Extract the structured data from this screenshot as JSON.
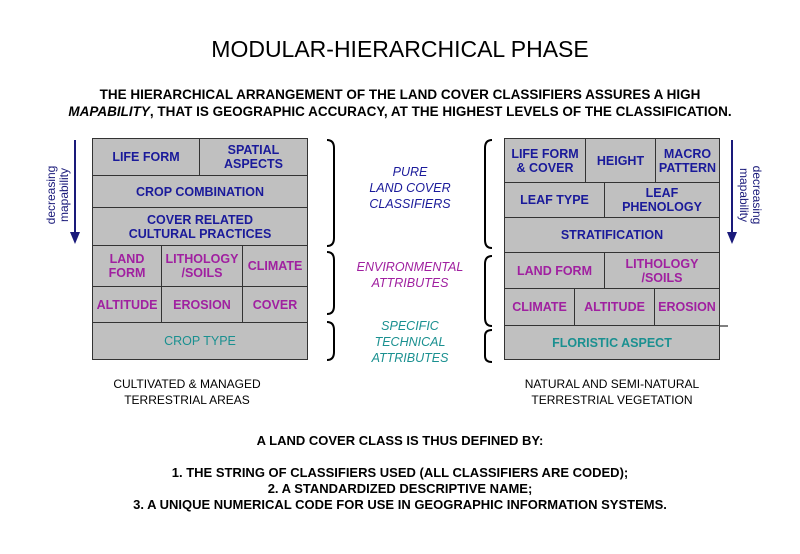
{
  "title": "MODULAR-HIERARCHICAL PHASE",
  "subtitle": {
    "line1": "THE HIERARCHICAL ARRANGEMENT OF THE LAND COVER CLASSIFIERS ASSURES A HIGH",
    "line2_italic": "MAPABILITY",
    "line2_rest": ", THAT IS GEOGRAPHIC ACCURACY, AT THE HIGHEST LEVELS OF THE CLASSIFICATION."
  },
  "left_panel": {
    "caption_line1": "CULTIVATED & MANAGED",
    "caption_line2": "TERRESTRIAL AREAS",
    "arrow_label_line1": "decreasing",
    "arrow_label_line2": "mapability",
    "cells": {
      "life_form": "LIFE FORM",
      "spatial_aspects_1": "SPATIAL",
      "spatial_aspects_2": "ASPECTS",
      "crop_combination": "CROP COMBINATION",
      "cover_related_1": "COVER RELATED",
      "cover_related_2": "CULTURAL PRACTICES",
      "land_form_1": "LAND",
      "land_form_2": "FORM",
      "lithology_1": "LITHOLOGY",
      "lithology_2": "/SOILS",
      "climate": "CLIMATE",
      "altitude": "ALTITUDE",
      "erosion": "EROSION",
      "cover": "COVER",
      "crop_type": "CROP TYPE"
    }
  },
  "middle_labels": {
    "pure_1": "PURE",
    "pure_2": "LAND COVER",
    "pure_3": "CLASSIFIERS",
    "env_1": "ENVIRONMENTAL",
    "env_2": "ATTRIBUTES",
    "spec_1": "SPECIFIC",
    "spec_2": "TECHNICAL",
    "spec_3": "ATTRIBUTES"
  },
  "right_panel": {
    "caption_line1": "NATURAL AND SEMI-NATURAL",
    "caption_line2": "TERRESTRIAL VEGETATION",
    "arrow_label_line1": "decreasing",
    "arrow_label_line2": "mapability",
    "cells": {
      "life_form_cover_1": "LIFE FORM",
      "life_form_cover_2": "& COVER",
      "height": "HEIGHT",
      "macro_pattern_1": "MACRO",
      "macro_pattern_2": "PATTERN",
      "leaf_type": "LEAF TYPE",
      "leaf_phenology_1": "LEAF",
      "leaf_phenology_2": "PHENOLOGY",
      "stratification": "STRATIFICATION",
      "land_form": "LAND FORM",
      "lithology_1": "LITHOLOGY",
      "lithology_2": "/SOILS",
      "climate": "CLIMATE",
      "altitude": "ALTITUDE",
      "erosion": "EROSION",
      "floristic_aspect": "FLORISTIC ASPECT"
    }
  },
  "definition": {
    "heading": "A LAND COVER CLASS IS THUS DEFINED BY:",
    "items": [
      "1. THE STRING OF CLASSIFIERS USED (ALL CLASSIFIERS ARE CODED);",
      "2. A STANDARDIZED DESCRIPTIVE NAME;",
      "3. A UNIQUE NUMERICAL CODE FOR USE IN GEOGRAPHIC INFORMATION SYSTEMS."
    ]
  },
  "colors": {
    "pure": "#1a1a9a",
    "environmental": "#a020a0",
    "technical": "#1a9090",
    "cell_bg": "#c0c0c0"
  }
}
